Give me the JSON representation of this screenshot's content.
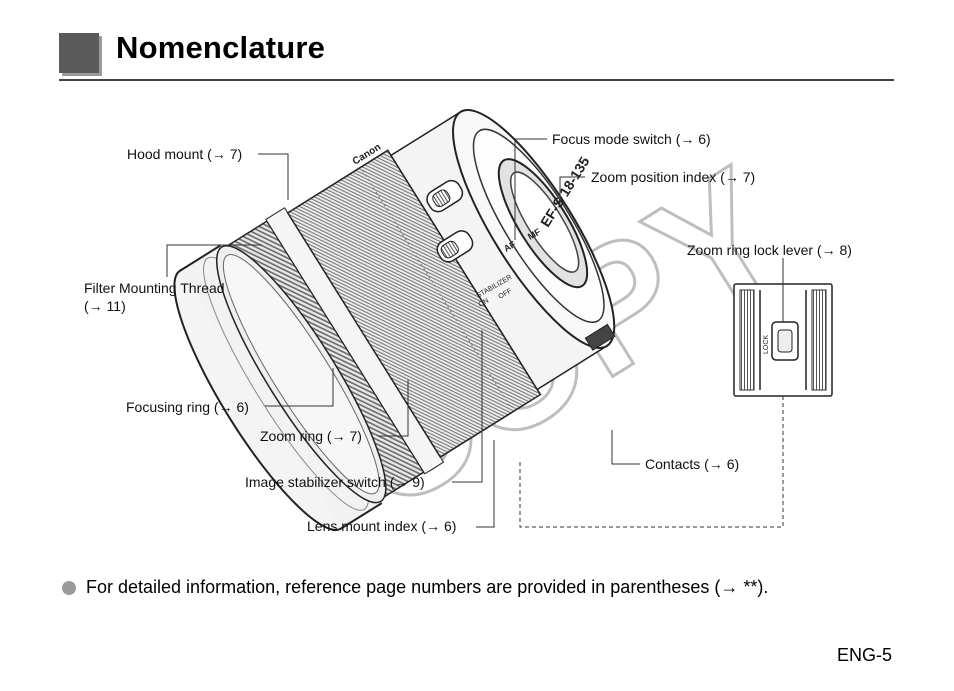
{
  "header": {
    "title": "Nomenclature"
  },
  "labels": {
    "hood_mount": "Hood mount (→ 7)",
    "filter_thread_line1": "Filter Mounting Thread",
    "filter_thread_line2": "(→ 11)",
    "focusing_ring": "Focusing ring (→ 6)",
    "zoom_ring": "Zoom ring (→ 7)",
    "image_stabilizer": "Image stabilizer switch  (→ 9)",
    "lens_mount_index": "Lens mount index (→ 6)",
    "focus_mode_switch": "Focus mode switch (→ 6)",
    "zoom_position_index": "Zoom position index (→ 7)",
    "zoom_ring_lock": "Zoom ring lock lever (→ 8)",
    "contacts": "Contacts (→ 6)"
  },
  "lens_markings": {
    "brand": "Canon",
    "model": "EF-S 18-135",
    "af": "AF",
    "mf": "MF",
    "stabilizer": "STABILIZER",
    "on": "ON",
    "off": "OFF",
    "lock": "LOCK"
  },
  "watermark": "COPY",
  "note": "For detailed information, reference page numbers are provided in parentheses (→ **).",
  "page_number": "ENG-5"
}
